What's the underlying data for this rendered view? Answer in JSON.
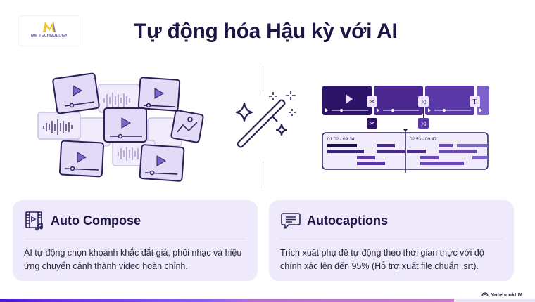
{
  "logo": {
    "text": "MM TECHNOLOGY",
    "icon": "m-logo-icon"
  },
  "header": {
    "title": "Tự động hóa Hậu kỳ với AI"
  },
  "illustrations": {
    "left": "media-clips-collage",
    "center": "magic-wand-icon",
    "right": {
      "name": "editing-timeline",
      "timecodes": [
        "01:02 - 09:34",
        "02:53 - 09:47"
      ],
      "tools": [
        "scissors-icon",
        "shuffle-icon",
        "text-icon"
      ]
    }
  },
  "cards": [
    {
      "icon": "film-music-icon",
      "title": "Auto Compose",
      "description": "AI tự động chọn khoảnh khắc đắt giá, phối nhạc và hiệu ứng chuyển cảnh thành video hoàn chỉnh."
    },
    {
      "icon": "caption-bubble-icon",
      "title": "Autocaptions",
      "description": "Trích xuất phụ đề tự động theo thời gian thực với độ chính xác lên đến 95% (Hỗ trợ xuất file chuẩn .srt)."
    }
  ],
  "footer": {
    "brand": "NotebookLM",
    "progress_percent": 85
  },
  "colors": {
    "accent": "#4a12d6",
    "title": "#1e1446",
    "card_bg": "#efeafb"
  }
}
